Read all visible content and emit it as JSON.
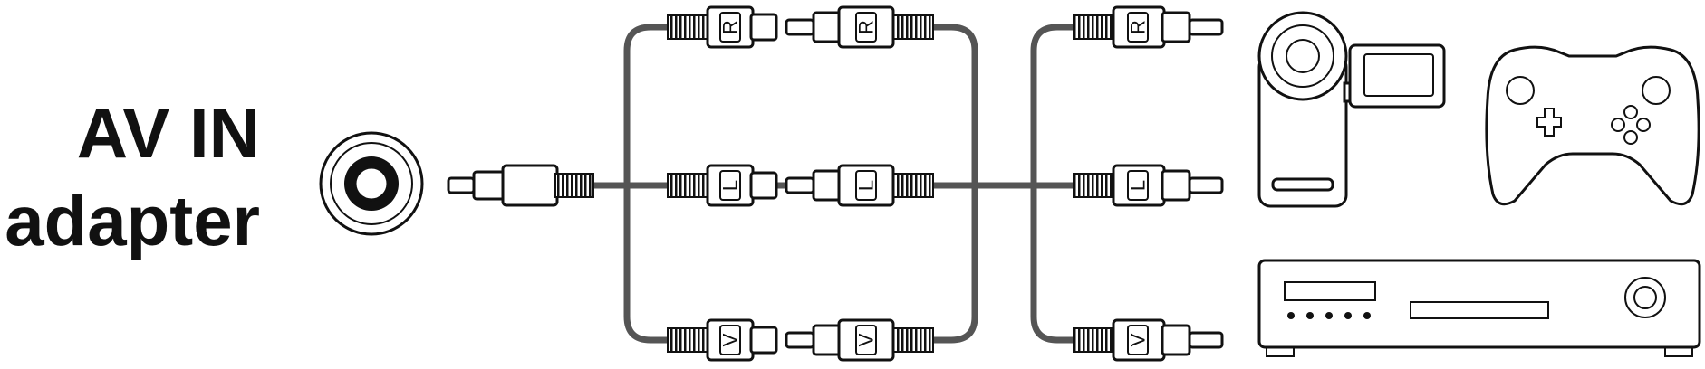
{
  "title": {
    "line1": "AV IN",
    "line2": "adapter"
  },
  "labels": {
    "r": "R",
    "l": "L",
    "v": "V"
  },
  "colors": {
    "cable": "#555555",
    "outline": "#111111",
    "background": "#ffffff"
  },
  "devices": [
    "camcorder-icon",
    "game-controller-icon",
    "dvd-player-icon"
  ]
}
